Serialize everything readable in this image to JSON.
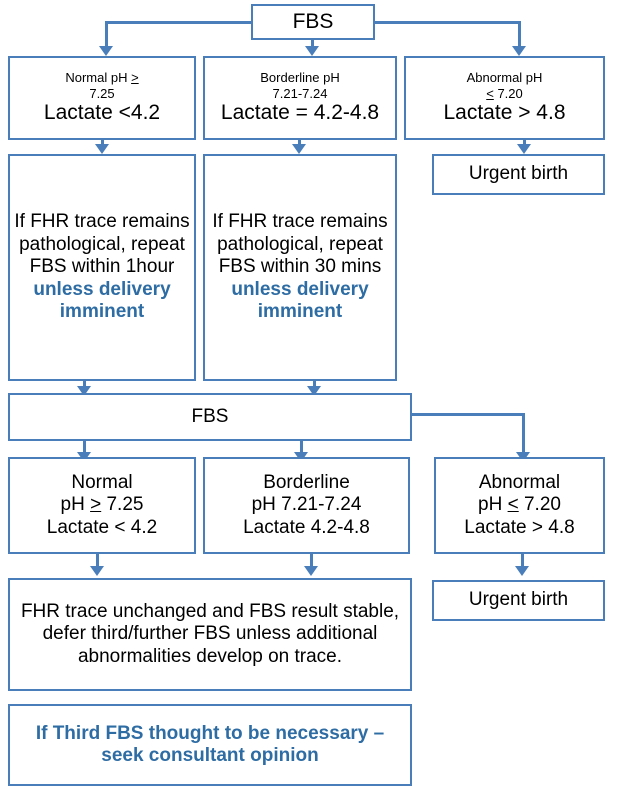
{
  "title": "FBS / Lactate fetal blood sampling flowchart",
  "colors": {
    "line": "#4A7EBB",
    "accent_text": "#2E6CA4",
    "body_text": "#000000",
    "background": "#ffffff"
  },
  "nodes": {
    "fbs_first": {
      "label": "FBS"
    },
    "normal_first": {
      "line1_a": "Normal  pH ",
      "line1_sym": ">",
      "line2": "7.25",
      "line3": "Lactate <4.2"
    },
    "borderline_first": {
      "line1": "Borderline pH",
      "line2": "7.21-7.24",
      "line3": "Lactate = 4.2-4.8"
    },
    "abnormal_first": {
      "line1": "Abnormal pH",
      "line2_sym": "<",
      "line2_b": " 7.20",
      "line3": "Lactate > 4.8"
    },
    "action_normal": {
      "text": "If FHR trace remains pathological, repeat FBS within 1hour",
      "emphasis": "unless delivery imminent"
    },
    "action_borderline": {
      "text": "If FHR trace remains pathological, repeat FBS within 30 mins",
      "emphasis": "unless delivery imminent"
    },
    "urgent_birth_first": {
      "label": "Urgent birth"
    },
    "fbs_second": {
      "label": "FBS"
    },
    "normal_second": {
      "line1": "Normal",
      "line2_a": "pH ",
      "line2_sym": ">",
      "line2_b": " 7.25",
      "line3": "Lactate < 4.2"
    },
    "borderline_second": {
      "line1": "Borderline",
      "line2": "pH 7.21-7.24",
      "line3": "Lactate 4.2-4.8"
    },
    "abnormal_second": {
      "line1": "Abnormal",
      "line2_a": "pH ",
      "line2_sym": "<",
      "line2_b": " 7.20",
      "line3": "Lactate > 4.8"
    },
    "defer_note": {
      "text": "FHR trace unchanged and FBS result stable, defer third/further FBS unless additional abnormalities develop on trace."
    },
    "consultant_note": {
      "text": "If Third FBS thought to be necessary – seek consultant opinion"
    },
    "urgent_birth_second": {
      "label": "Urgent birth"
    }
  }
}
